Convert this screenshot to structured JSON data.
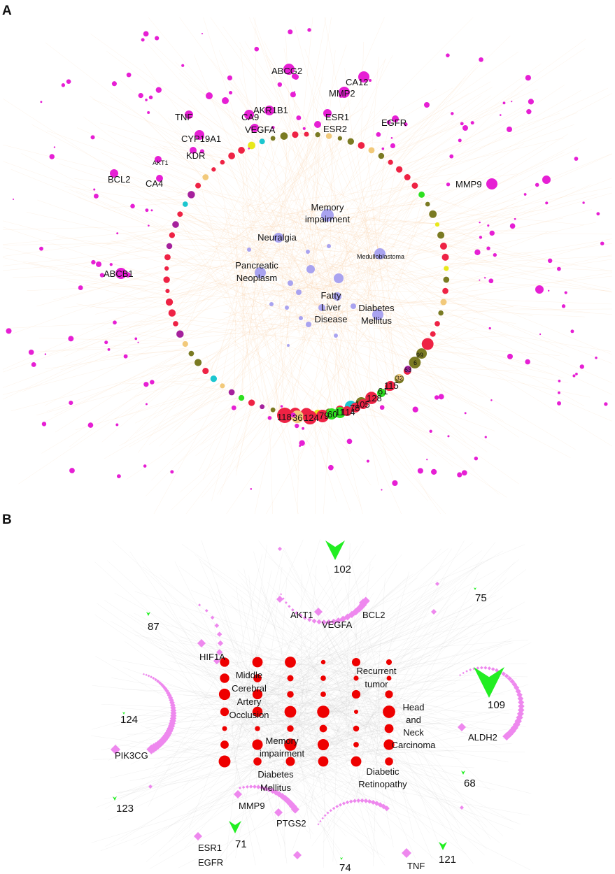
{
  "panel_a": {
    "letter": "A",
    "gene_labels": [
      "ABCG2",
      "CA12",
      "MMP2",
      "TNF",
      "AKR1B1",
      "CA9",
      "ESR1",
      "EGFR",
      "ESR2",
      "VEGFA",
      "CYP19A1",
      "KDR",
      "AKT1",
      "BCL2",
      "CA4",
      "MMP9",
      "ABCB1"
    ],
    "disease_labels": [
      "Memory impairment",
      "Neuralgia",
      "Medulloblastoma",
      "Pancreatic Neoplasm",
      "Fatty Liver Disease",
      "Diabetes Mellitus"
    ],
    "compound_labels": [
      "118",
      "36",
      "124",
      "79",
      "60",
      "11",
      "114",
      "78",
      "105",
      "128",
      "61",
      "115",
      "32",
      "63",
      "6",
      "99"
    ],
    "colors": {
      "gene": "#e61fd4",
      "disease": "#a9a3f0",
      "red": "#ee2244",
      "olive": "#7a7a22",
      "cyan": "#1cc6cf",
      "green": "#2ee020",
      "tan": "#f2c97a",
      "purple": "#a5219c",
      "yellow": "#e8e81a",
      "edge": "#f6c89a"
    }
  },
  "panel_b": {
    "letter": "B",
    "gene_labels": [
      "AKT1",
      "VEGFA",
      "BCL2",
      "HIF1A",
      "PIK3CG",
      "ALDH2",
      "MMP9",
      "PTGS2",
      "ESR1",
      "EGFR",
      "TNF"
    ],
    "disease_labels": [
      "Middle Cerebral Artery Occlusion",
      "Recurrent tumor",
      "Head and Neck Carcinoma",
      "Memory impairment",
      "Diabetes Mellitus",
      "Diabetic Retinopathy"
    ],
    "compound_labels": [
      "102",
      "75",
      "87",
      "109",
      "124",
      "68",
      "123",
      "71",
      "74",
      "121"
    ],
    "colors": {
      "gene": "#ee88ee",
      "disease": "#ee0000",
      "compound": "#22ee22",
      "edge": "#c8c8c8"
    }
  }
}
